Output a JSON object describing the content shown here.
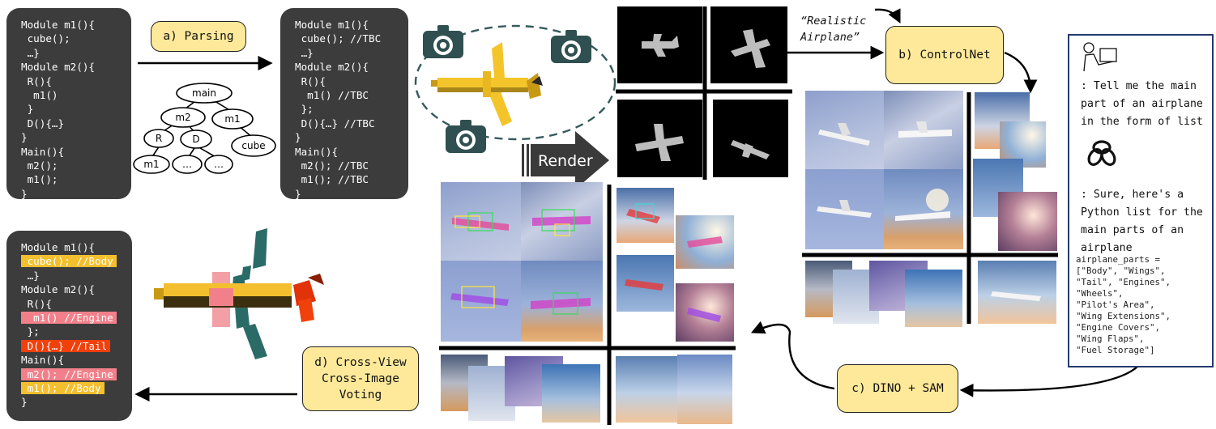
{
  "code_block_1": [
    "Module m1(){",
    " cube();",
    " …}",
    "Module m2(){",
    " R(){",
    "  m1()",
    " }",
    " D(){…}",
    "}",
    "Main(){",
    " m2();",
    " m1();",
    "}"
  ],
  "code_block_2": [
    "Module m1(){",
    " cube(); //TBC",
    " …}",
    "Module m2(){",
    " R(){",
    "  m1() //TBC",
    " };",
    " D(){…} //TBC",
    "}",
    "Main(){",
    " m2(); //TBC",
    " m1(); //TBC",
    "}"
  ],
  "code_block_3": [
    {
      "text": "Module m1(){",
      "hl": ""
    },
    {
      "text": " cube(); //Body",
      "hl": "yel"
    },
    {
      "text": " …}",
      "hl": ""
    },
    {
      "text": "Module m2(){",
      "hl": ""
    },
    {
      "text": " R(){",
      "hl": ""
    },
    {
      "text": "  m1() //Engine",
      "hl": "pink"
    },
    {
      "text": " };",
      "hl": ""
    },
    {
      "text": " D(){…} //Tail",
      "hl": "red"
    },
    {
      "text": "Main(){",
      "hl": ""
    },
    {
      "text": " m2(); //Engine",
      "hl": "pink"
    },
    {
      "text": " m1(); //Body",
      "hl": "yel"
    },
    {
      "text": "}",
      "hl": ""
    }
  ],
  "labels": {
    "parsing": "a) Parsing",
    "controlnet": "b) ControlNet",
    "dino_sam": "c) DINO + SAM",
    "voting": "d) Cross-View\nCross-Image\nVoting",
    "render": "Render",
    "prompt": "“Realistic\nAirplane”"
  },
  "tree": {
    "main": "main",
    "m2": "m2",
    "m1": "m1",
    "R": "R",
    "D": "D",
    "cube": "cube",
    "m1b": "m1",
    "dots1": "…",
    "dots2": "…"
  },
  "chat": {
    "question": ": Tell me the main part of an airplane in the form of list",
    "answer": ": Sure, here's a Python list for the main parts of an airplane",
    "code": "airplane_parts =\n[\"Body\", \"Wings\",\n\"Tail\", \"Engines\",\n\"Wheels\",\n\"Pilot's Area\",\n\"Wing Extensions\",\n\"Engine Covers\",\n\"Wing Flaps\",\n\"Fuel Storage\"]"
  },
  "colors": {
    "label_fill": "#fde999",
    "code_bg": "#3c3c3c",
    "wing_yellow": "#f3bf2e",
    "teal": "#2a6b68",
    "pink": "#f2808a",
    "red": "#f0400c"
  }
}
